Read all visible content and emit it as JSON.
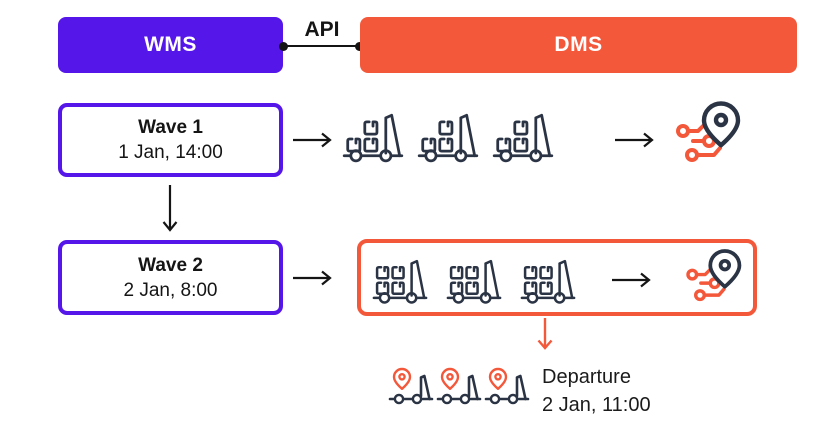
{
  "colors": {
    "purple": "#5516EA",
    "orange": "#F4583B",
    "icon_dark": "#2B3444",
    "text": "#151515",
    "background": "#ffffff"
  },
  "header": {
    "wms_label": "WMS",
    "dms_label": "DMS",
    "api_label": "API"
  },
  "waves": [
    {
      "title": "Wave 1",
      "datetime": "1 Jan, 14:00",
      "truck_count": 3,
      "parcels_per_truck": 3
    },
    {
      "title": "Wave 2",
      "datetime": "2 Jan, 8:00",
      "truck_count": 3,
      "parcels_per_truck": 4
    }
  ],
  "departure": {
    "label": "Departure",
    "datetime": "2 Jan, 11:00",
    "truck_count": 3
  },
  "icons": {
    "loaded_truck_3": "truck-with-three-parcels",
    "loaded_truck_4": "truck-with-four-parcels",
    "route_pin": "route-with-location-pin",
    "departure_truck": "truck-with-location-pin",
    "arrow_right": "right-arrow",
    "arrow_down": "down-arrow"
  }
}
